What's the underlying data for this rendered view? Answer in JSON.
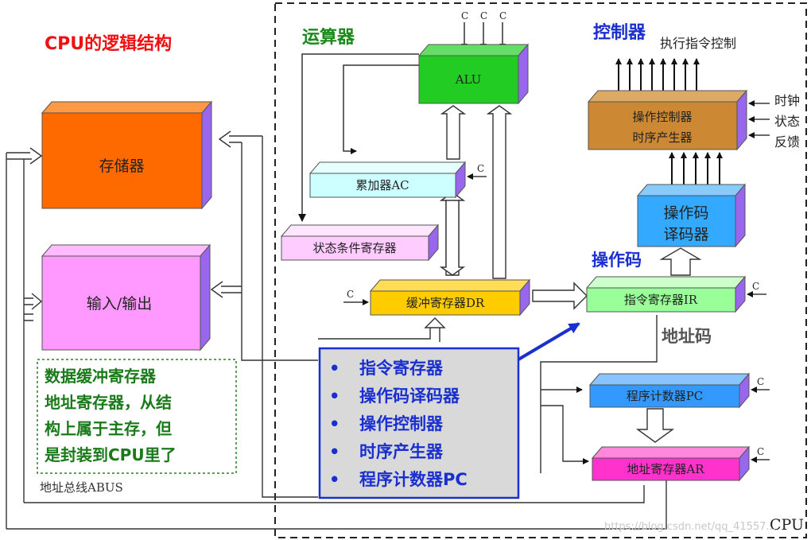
{
  "diagram": {
    "title": "CPU的逻辑结构",
    "cpu_label": "CPU",
    "sections": {
      "alu_section": "运算器",
      "controller_section": "控制器",
      "opcode_label": "操作码",
      "address_code_label": "地址码"
    },
    "blocks": {
      "memory": "存储器",
      "io": "输入/输出",
      "alu": "ALU",
      "accumulator": "累加器AC",
      "status_register": "状态条件寄存器",
      "data_register": "缓冲寄存器DR",
      "operation_controller_line1": "操作控制器",
      "operation_controller_line2": "时序产生器",
      "opcode_decoder_line1": "操作码",
      "opcode_decoder_line2": "译码器",
      "instruction_register": "指令寄存器IR",
      "program_counter": "程序计数器PC",
      "address_register": "地址寄存器AR"
    },
    "control_signal": "C",
    "execute_control": "执行指令控制",
    "clock_inputs": [
      "时钟",
      "状态",
      "反馈"
    ],
    "note_box_lines": [
      "数据缓冲寄存器",
      "地址寄存器，从结",
      "构上属于主存，但",
      "是封装到CPU里了"
    ],
    "bus_label": "地址总线ABUS",
    "controller_list": [
      "指令寄存器",
      "操作码译码器",
      "操作控制器",
      "时序产生器",
      "程序计数器PC"
    ],
    "list_bullet": "•",
    "watermark": "https://blog.csdn.net/qq_41557...",
    "colors": {
      "memory": "#ff6a00",
      "io": "#ff99ff",
      "alu": "#22cc22",
      "accumulator": "#ccffff",
      "status": "#ffccff",
      "data_register": "#ffcc00",
      "op_controller": "#cc8833",
      "decoder": "#33aaff",
      "ir": "#99ff99",
      "pc": "#3399ff",
      "ar": "#ff33cc",
      "side_face": "#8855ee",
      "title_red": "#ee1111",
      "section_green": "#1a8a1a",
      "section_blue": "#1a2fd0"
    }
  }
}
